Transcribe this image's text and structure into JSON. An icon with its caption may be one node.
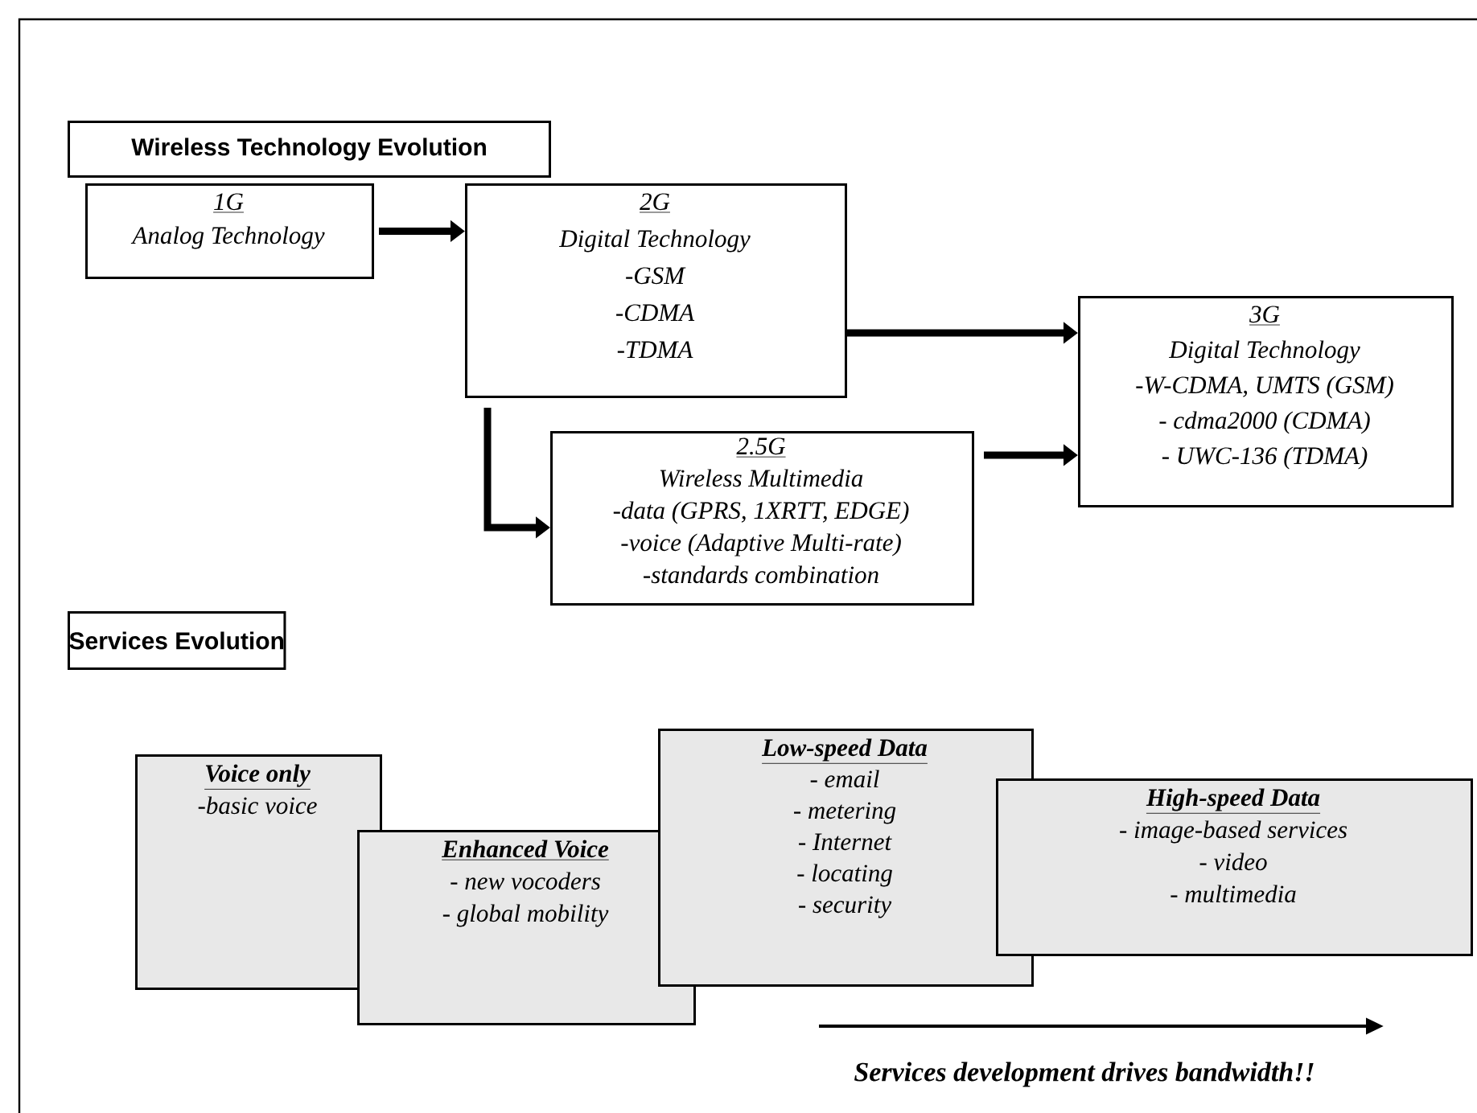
{
  "diagram": {
    "nodes": [
      {
        "text": [
          "1G",
          "Analog Technology"
        ]
      },
      {
        "text": [
          "2G",
          "Digital Technology",
          "-GSM",
          "-CDMA",
          "-TDMA"
        ]
      },
      {
        "text": [
          "2.5G",
          "Wireless Multimedia",
          "-data (GPRS, 1XRTT, EDGE)",
          "-voice (Adaptive Multi-rate)",
          "-standards combination"
        ]
      },
      {
        "text": [
          "3G",
          "Digital Technology",
          "-W-CDMA, UMTS (GSM)",
          "- cdma2000 (CDMA)",
          "- UWC-136 (TDMA)"
        ]
      },
      {
        "text": [
          "Voice only",
          "-basic voice"
        ]
      },
      {
        "text": [
          "Enhanced Voice",
          "- new vocoders",
          "- global mobility"
        ]
      },
      {
        "text": [
          "Low-speed Data",
          "- email",
          "- metering",
          "- Internet",
          "- locating",
          "- security"
        ]
      },
      {
        "text": [
          "High-speed Data",
          "- image-based services",
          "- video",
          "- multimedia"
        ]
      }
    ],
    "edges": [
      {
        "from": 0,
        "to": 1,
        "arrow": "to"
      },
      {
        "from": 1,
        "to": 3,
        "arrow": "to"
      },
      {
        "from": 1,
        "to": 2,
        "arrow": "to"
      },
      {
        "from": 2,
        "to": 3,
        "arrow": "to"
      }
    ],
    "labels": [
      "Wireless Technology Evolution",
      "Services Evolution",
      "Services development drives bandwidth!!"
    ]
  }
}
